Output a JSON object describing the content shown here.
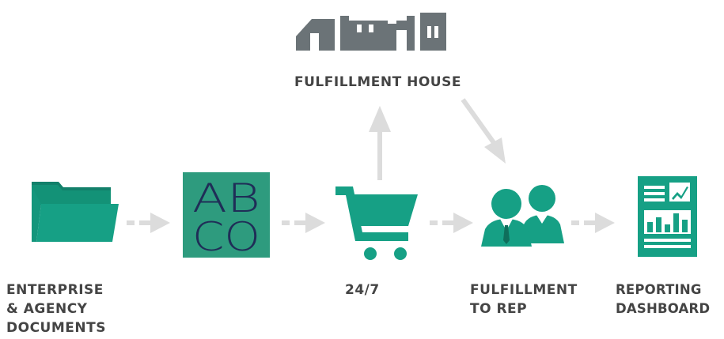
{
  "nodes": {
    "fulfillment_house": {
      "label": "FULFILLMENT HOUSE",
      "icon": "warehouse-icon"
    },
    "documents": {
      "label": "ENTERPRISE\n& AGENCY\nDOCUMENTS",
      "icon": "folder-icon"
    },
    "abco": {
      "logo_line1": "AB",
      "logo_line2": "CO",
      "icon": "abco-logo"
    },
    "cart": {
      "label": "24/7",
      "icon": "shopping-cart-icon"
    },
    "fulfillment_rep": {
      "label": "FULFILLMENT\nTO REP",
      "icon": "people-icon"
    },
    "reporting": {
      "label": "REPORTING\nDASHBOARD",
      "icon": "report-document-icon"
    }
  },
  "colors": {
    "brand_green": "#16a085",
    "abco_box": "#2e9b7e",
    "abco_text": "#1f2d57",
    "warehouse_gray": "#6b7377",
    "arrow_gray": "#dcdcdc",
    "label_text": "#444444"
  }
}
